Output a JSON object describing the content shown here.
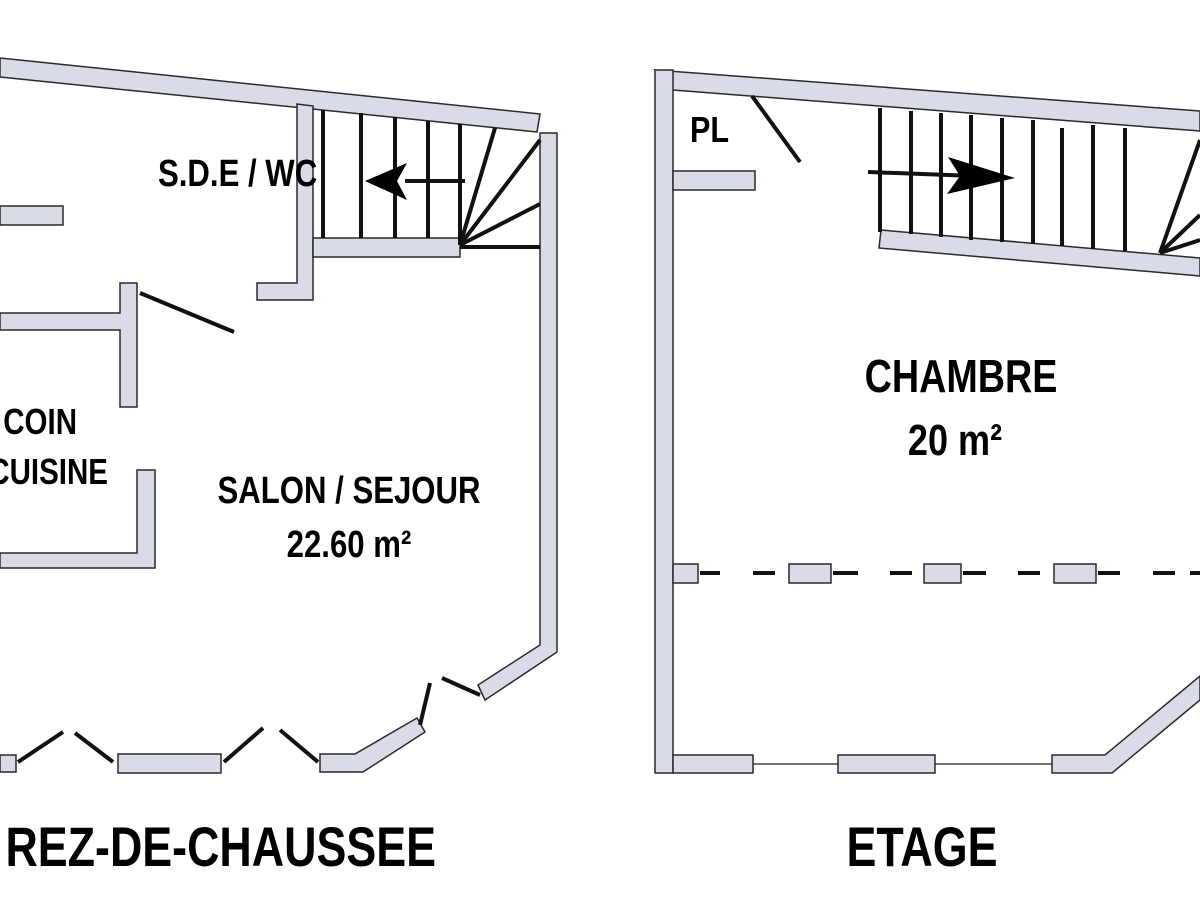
{
  "ground_floor": {
    "title": "REZ-DE-CHAUSSEE",
    "rooms": [
      {
        "name": "S.D.E / WC"
      },
      {
        "name_line1": "COIN",
        "name_line2": "CUISINE"
      },
      {
        "name": "SALON / SEJOUR",
        "area": "22.60 m²"
      }
    ],
    "stair_direction": "left"
  },
  "upper_floor": {
    "title": "ETAGE",
    "rooms": [
      {
        "name": "PL"
      },
      {
        "name": "CHAMBRE",
        "area": "20 m²"
      }
    ],
    "stair_direction": "right"
  },
  "colors": {
    "wall_fill": "#d9dce7",
    "ink": "#000000"
  }
}
